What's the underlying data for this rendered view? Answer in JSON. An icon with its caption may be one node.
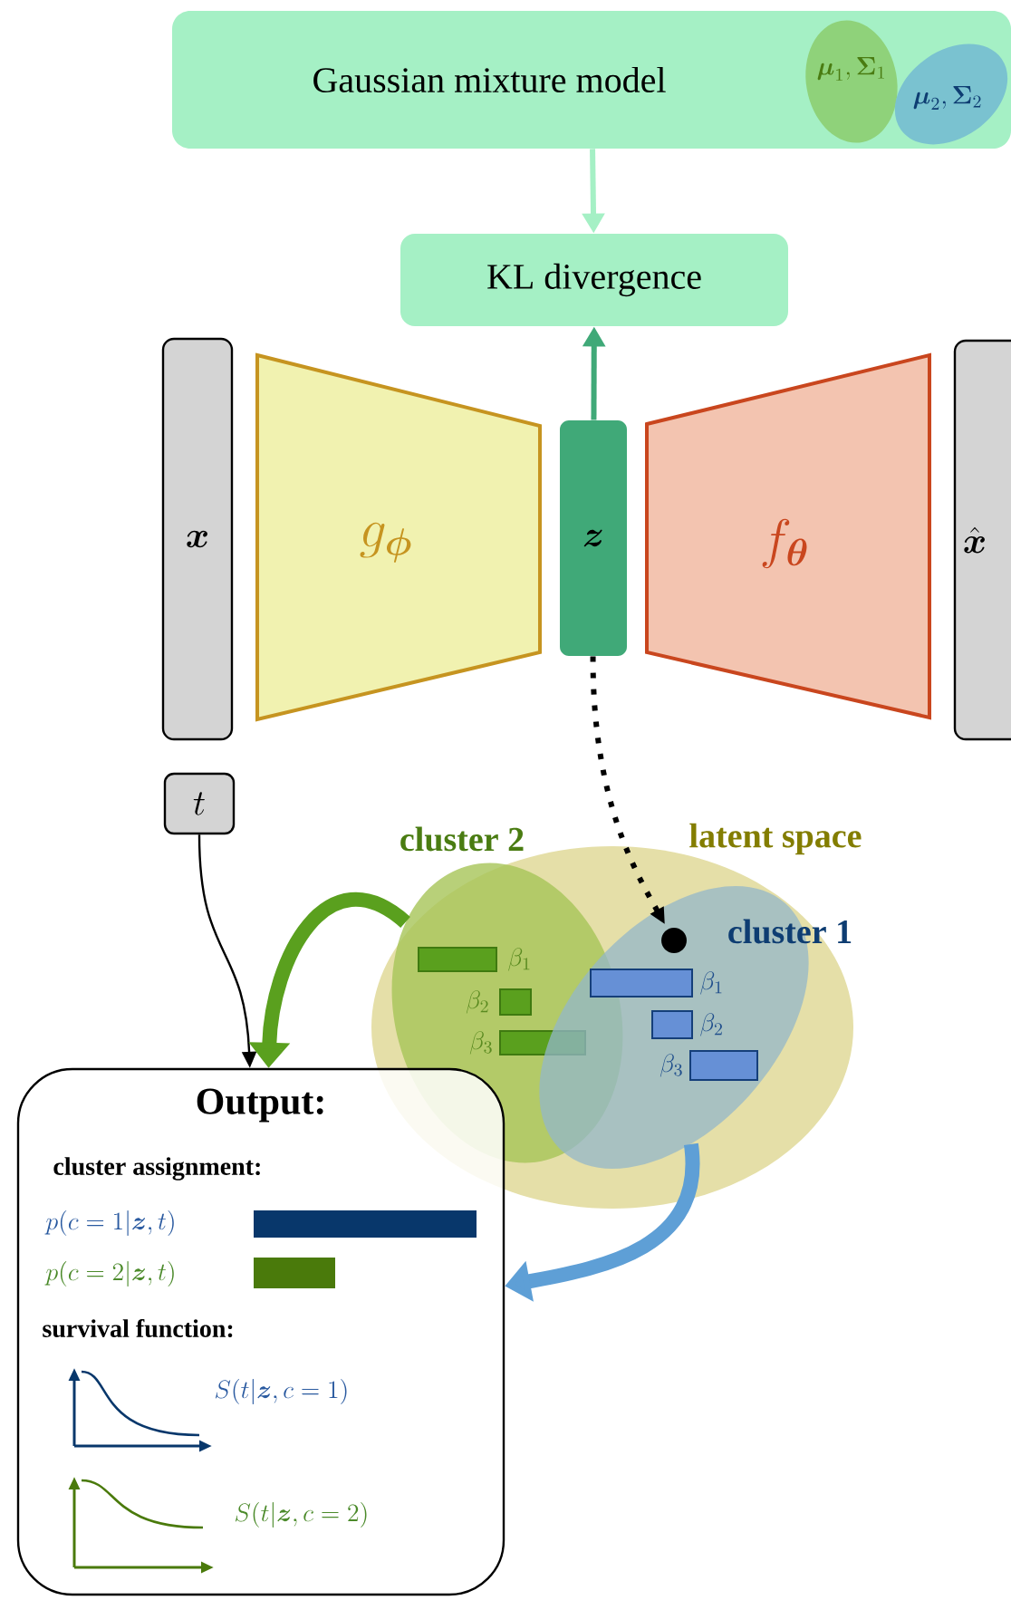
{
  "diagram": {
    "nodes": [
      {
        "text": [
          "Gaussian mixture model"
        ]
      },
      {
        "text": [
          "\\boldsymbol{\\mu}_1, \\boldsymbol{\\Sigma}_1"
        ],
        "in": 0
      },
      {
        "text": [
          "\\boldsymbol{\\mu}_2, \\boldsymbol{\\Sigma}_2"
        ],
        "in": 0
      },
      {
        "text": [
          "KL divergence"
        ]
      },
      {
        "text": [
          "\\boldsymbol{x}"
        ]
      },
      {
        "text": [
          "g_{\\boldsymbol{\\phi}}"
        ]
      },
      {
        "text": [
          "\\boldsymbol{z}"
        ]
      },
      {
        "text": [
          "f_{\\boldsymbol{\\theta}}"
        ]
      },
      {
        "text": [
          "\\hat{\\boldsymbol{x}}"
        ]
      },
      {
        "text": [
          "t"
        ]
      },
      {
        "text": [
          "latent space"
        ]
      },
      {
        "text": [
          "cluster 2"
        ],
        "in": 10
      },
      {
        "text": [],
        "shape": "bar",
        "beside": [
          "\\beta_1"
        ],
        "in": 11
      },
      {
        "text": [],
        "shape": "bar",
        "beside": [
          "\\beta_2"
        ],
        "in": 11
      },
      {
        "text": [],
        "shape": "bar",
        "beside": [
          "\\beta_3"
        ],
        "in": 11
      },
      {
        "text": [
          "cluster 1"
        ],
        "in": 10
      },
      {
        "text": [],
        "shape": "circle",
        "in": 15
      },
      {
        "text": [],
        "shape": "bar",
        "beside": [
          "\\beta_1"
        ],
        "in": 15
      },
      {
        "text": [],
        "shape": "bar",
        "beside": [
          "\\beta_2"
        ],
        "in": 15
      },
      {
        "text": [],
        "shape": "bar",
        "beside": [
          "\\beta_3"
        ],
        "in": 15
      },
      {
        "text": [
          "Output:",
          "cluster assignment:",
          "p(c=1|\\boldsymbol{z},t)",
          "p(c=2|\\boldsymbol{z},t)",
          "survival function:",
          "S(t|\\boldsymbol{z},c=1)",
          "S(t|\\boldsymbol{z},c=2)"
        ]
      }
    ],
    "edges": [
      {
        "from": 0,
        "to": 3,
        "arrow": "to",
        "color": "#a5f0c5"
      },
      {
        "from": 6,
        "to": 3,
        "arrow": "to",
        "color": "#40a978"
      },
      {
        "from": 6,
        "to": 16,
        "arrow": "to",
        "style": "dashed"
      },
      {
        "from": 9,
        "to": 20,
        "arrow": "to"
      },
      {
        "from": 11,
        "to": 20,
        "arrow": "to",
        "style": "thick",
        "color": "#5aa01e"
      },
      {
        "from": 15,
        "to": 20,
        "arrow": "to",
        "style": "thick",
        "color": "#5e9fd6"
      }
    ]
  }
}
